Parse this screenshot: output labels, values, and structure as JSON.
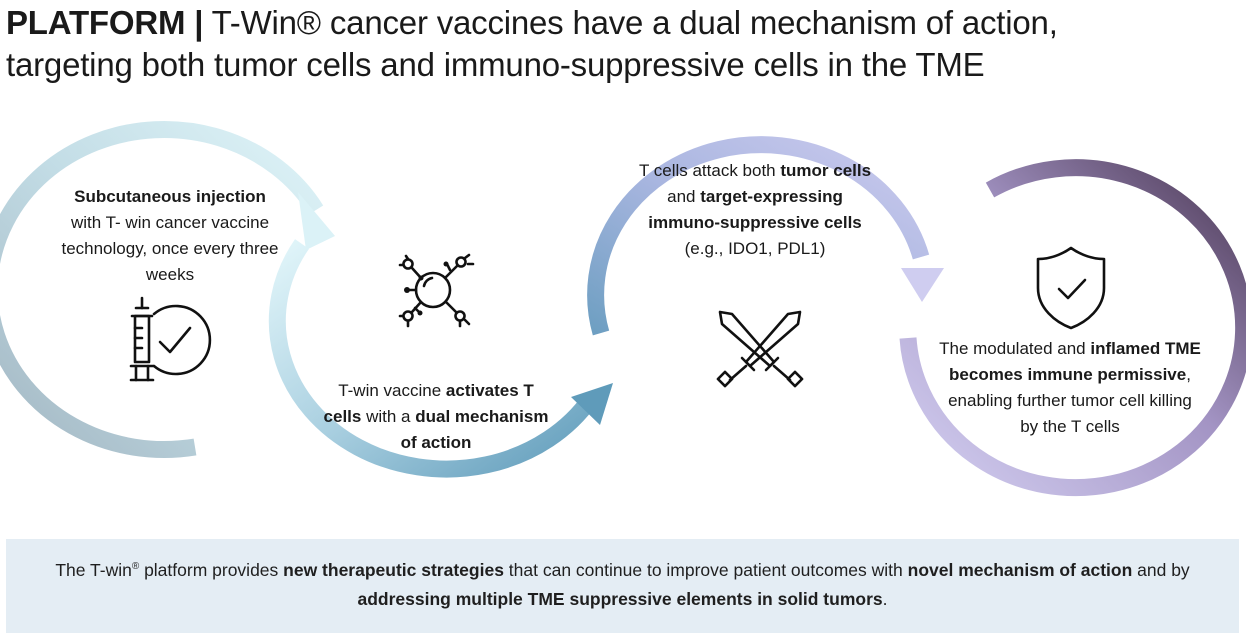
{
  "header": {
    "title_bold": "PLATFORM |",
    "title_rest": " T-Win® cancer vaccines have a dual mechanism of action,",
    "title_line2": "targeting both tumor cells and immuno-suppressive cells in the TME"
  },
  "steps": [
    {
      "bold1": "Subcutaneous injection",
      "text1": "with T- win cancer vaccine technology, once every three weeks",
      "icon": "syringe-check-icon"
    },
    {
      "text1": "T-win vaccine ",
      "bold1": "activates T cells",
      "text2": " with a ",
      "bold2": "dual mechanism of action",
      "icon": "immune-cell-network-icon"
    },
    {
      "text1": "T cells attack both ",
      "bold1": "tumor cells",
      "text2": " and ",
      "bold2": "target-expressing immuno-suppressive cells",
      "text3": " (e.g., IDO1, PDL1)",
      "icon": "crossed-swords-icon"
    },
    {
      "text1": "The modulated and ",
      "bold1": "inflamed TME becomes immune permissive",
      "text2": ", enabling further tumor cell killing by the T cells",
      "icon": "shield-check-icon"
    }
  ],
  "footer": {
    "t1": "The T-win",
    "sup": "®",
    "t2": " platform provides ",
    "b1": "new therapeutic strategies",
    "t3": " that can continue to improve patient outcomes with ",
    "b2": "novel mechanism of action",
    "t4": " and by ",
    "b3": "addressing multiple TME suppressive elements in solid tumors",
    "t5": "."
  },
  "colors": {
    "arc1": [
      "#a2b6c2",
      "#dff4f8"
    ],
    "arc2": [
      "#dff4f8",
      "#5f9bba"
    ],
    "arc3": [
      "#6e9fc2",
      "#cbcaee"
    ],
    "arc4": [
      "#cfcbf0",
      "#4a3652"
    ],
    "footer_bg": "#e4edf4"
  }
}
